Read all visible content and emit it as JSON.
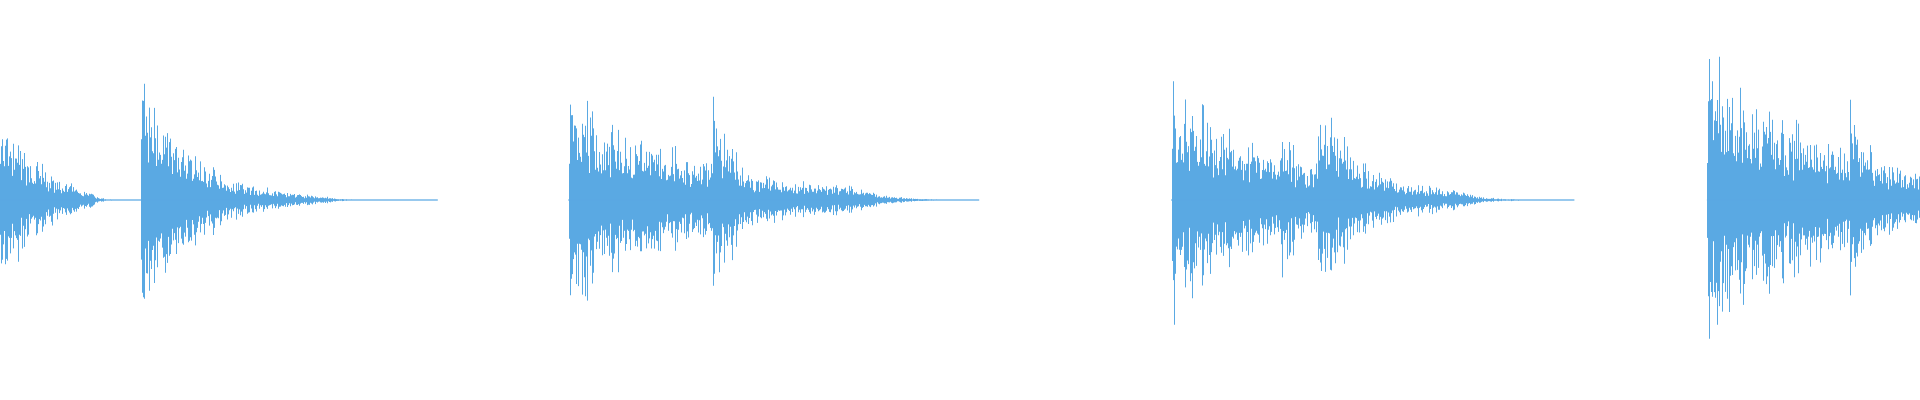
{
  "waveform": {
    "color": "#5aa9e3",
    "background": "#ffffff",
    "amplitude_scale": 1.0,
    "seed": 7,
    "bursts": [
      {
        "start": 0.0,
        "end": 0.047,
        "peak": 0.46,
        "decay": 2.4
      },
      {
        "start": 0.073,
        "end": 0.168,
        "peak": 0.58,
        "decay": 3.4
      },
      {
        "start": 0.296,
        "end": 0.45,
        "peak": 0.5,
        "decay": 2.2
      },
      {
        "start": 0.371,
        "end": 0.413,
        "peak": 0.48,
        "decay": 2.6
      },
      {
        "start": 0.61,
        "end": 0.757,
        "peak": 0.52,
        "decay": 2.3
      },
      {
        "start": 0.667,
        "end": 0.69,
        "peak": 0.44,
        "decay": 2.2
      },
      {
        "start": 0.686,
        "end": 0.76,
        "peak": 0.46,
        "decay": 2.8
      },
      {
        "start": 0.889,
        "end": 1.0,
        "peak": 0.66,
        "decay": 1.6
      },
      {
        "start": 0.963,
        "end": 1.0,
        "peak": 0.46,
        "decay": 1.8
      }
    ]
  }
}
